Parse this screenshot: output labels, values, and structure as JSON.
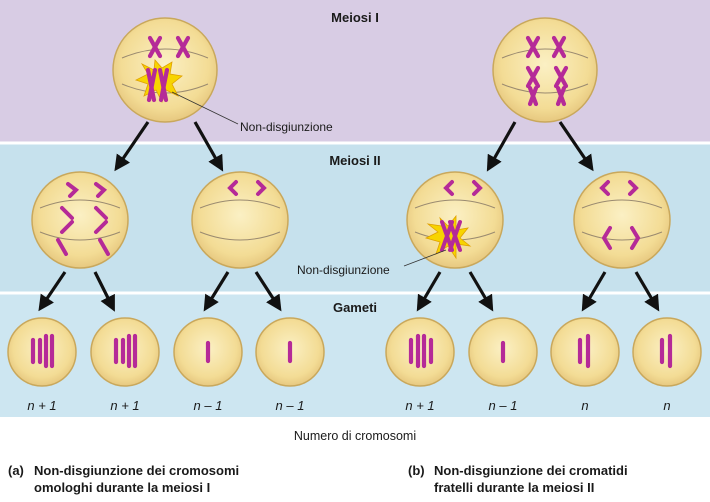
{
  "colors": {
    "meiosis1_band": "#d8cce4",
    "meiosis2_band": "#c6e1ed",
    "gametes_band": "#cde6f1",
    "cell_fill": "#f3dc95",
    "cell_stroke": "#c9a85c",
    "chromosome": "#b52a98",
    "arrow": "#111111",
    "burst": "#f7d400"
  },
  "bands": {
    "meiosis1": "Meiosi I",
    "meiosis2": "Meiosi II",
    "gametes": "Gameti"
  },
  "nondisjunction_label": "Non-disgiunzione",
  "gamete_counts": [
    "n + 1",
    "n + 1",
    "n – 1",
    "n – 1",
    "n + 1",
    "n – 1",
    "n",
    "n"
  ],
  "count_axis_label": "Numero di cromosomi",
  "captions": {
    "a": {
      "tag": "(a)",
      "line1": "Non-disgiunzione dei cromosomi",
      "line2": "omologhi durante la meiosi I"
    },
    "b": {
      "tag": "(b)",
      "line1": "Non-disgiunzione dei cromatidi",
      "line2": "fratelli durante la meiosi II"
    }
  }
}
